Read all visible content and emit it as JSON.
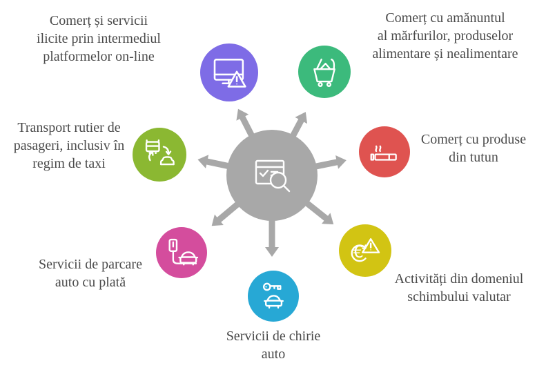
{
  "diagram": {
    "text_color": "#4a4a4a",
    "center": {
      "name": "inspection-hub",
      "color": "#a8a8a8",
      "icon": "browser-checklist-magnifier-icon"
    },
    "nodes": [
      {
        "id": "online-platforms",
        "icon": "monitor-warning-icon",
        "color": "#7e6ce6",
        "label": "Comerț și servicii\nilicite prin intermediul\nplatformelor on-line"
      },
      {
        "id": "retail-trade",
        "icon": "shopping-cart-icon",
        "color": "#3cba7c",
        "label": "Comerț cu amănuntul\nal mărfurilor, produselor\nalimentare și nealimentare"
      },
      {
        "id": "passenger-transport",
        "icon": "bus-car-swap-icon",
        "color": "#8bb832",
        "label": "Transport rutier de\npasageri, inclusiv în\nregim de taxi"
      },
      {
        "id": "tobacco-products",
        "icon": "cigarette-icon",
        "color": "#df5350",
        "label": "Comerț cu produse\ndin tutun"
      },
      {
        "id": "paid-parking",
        "icon": "parking-meter-car-icon",
        "color": "#d44d9d",
        "label": "Servicii de parcare\nauto cu plată"
      },
      {
        "id": "currency-exchange",
        "icon": "euro-warning-icon",
        "color": "#d2c413",
        "label": "Activități din domeniul\nschimbului valutar"
      },
      {
        "id": "car-rental",
        "icon": "key-car-icon",
        "color": "#27a8d5",
        "label": "Servicii de chirie\nauto"
      }
    ]
  }
}
